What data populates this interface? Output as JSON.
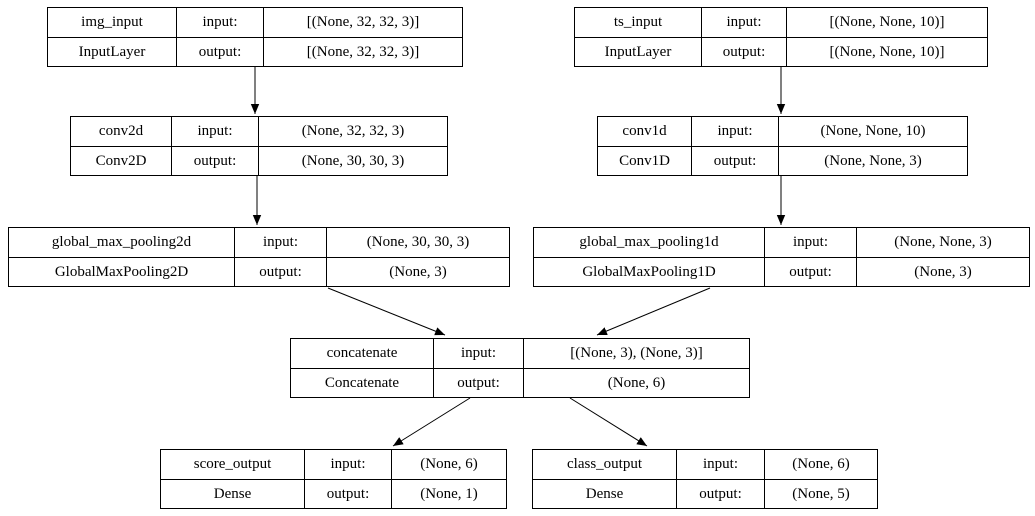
{
  "diagram": {
    "kind": "keras-model-architecture",
    "background_color": "#ffffff",
    "border_color": "#000000",
    "text_color": "#000000",
    "nodes": [
      {
        "id": "img_input",
        "name": "img_input",
        "layer_type": "InputLayer",
        "input_label": "input:",
        "output_label": "output:",
        "input_shape": "[(None, 32, 32, 3)]",
        "output_shape": "[(None, 32, 32, 3)]"
      },
      {
        "id": "ts_input",
        "name": "ts_input",
        "layer_type": "InputLayer",
        "input_label": "input:",
        "output_label": "output:",
        "input_shape": "[(None, None, 10)]",
        "output_shape": "[(None, None, 10)]"
      },
      {
        "id": "conv2d",
        "name": "conv2d",
        "layer_type": "Conv2D",
        "input_label": "input:",
        "output_label": "output:",
        "input_shape": "(None, 32, 32, 3)",
        "output_shape": "(None, 30, 30, 3)"
      },
      {
        "id": "conv1d",
        "name": "conv1d",
        "layer_type": "Conv1D",
        "input_label": "input:",
        "output_label": "output:",
        "input_shape": "(None, None, 10)",
        "output_shape": "(None, None, 3)"
      },
      {
        "id": "global_max_pooling2d",
        "name": "global_max_pooling2d",
        "layer_type": "GlobalMaxPooling2D",
        "input_label": "input:",
        "output_label": "output:",
        "input_shape": "(None, 30, 30, 3)",
        "output_shape": "(None, 3)"
      },
      {
        "id": "global_max_pooling1d",
        "name": "global_max_pooling1d",
        "layer_type": "GlobalMaxPooling1D",
        "input_label": "input:",
        "output_label": "output:",
        "input_shape": "(None, None, 3)",
        "output_shape": "(None, 3)"
      },
      {
        "id": "concatenate",
        "name": "concatenate",
        "layer_type": "Concatenate",
        "input_label": "input:",
        "output_label": "output:",
        "input_shape": "[(None, 3), (None, 3)]",
        "output_shape": "(None, 6)"
      },
      {
        "id": "score_output",
        "name": "score_output",
        "layer_type": "Dense",
        "input_label": "input:",
        "output_label": "output:",
        "input_shape": "(None, 6)",
        "output_shape": "(None, 1)"
      },
      {
        "id": "class_output",
        "name": "class_output",
        "layer_type": "Dense",
        "input_label": "input:",
        "output_label": "output:",
        "input_shape": "(None, 6)",
        "output_shape": "(None, 5)"
      }
    ],
    "edges": [
      {
        "from": "img_input",
        "to": "conv2d"
      },
      {
        "from": "ts_input",
        "to": "conv1d"
      },
      {
        "from": "conv2d",
        "to": "global_max_pooling2d"
      },
      {
        "from": "conv1d",
        "to": "global_max_pooling1d"
      },
      {
        "from": "global_max_pooling2d",
        "to": "concatenate"
      },
      {
        "from": "global_max_pooling1d",
        "to": "concatenate"
      },
      {
        "from": "concatenate",
        "to": "score_output"
      },
      {
        "from": "concatenate",
        "to": "class_output"
      }
    ]
  }
}
